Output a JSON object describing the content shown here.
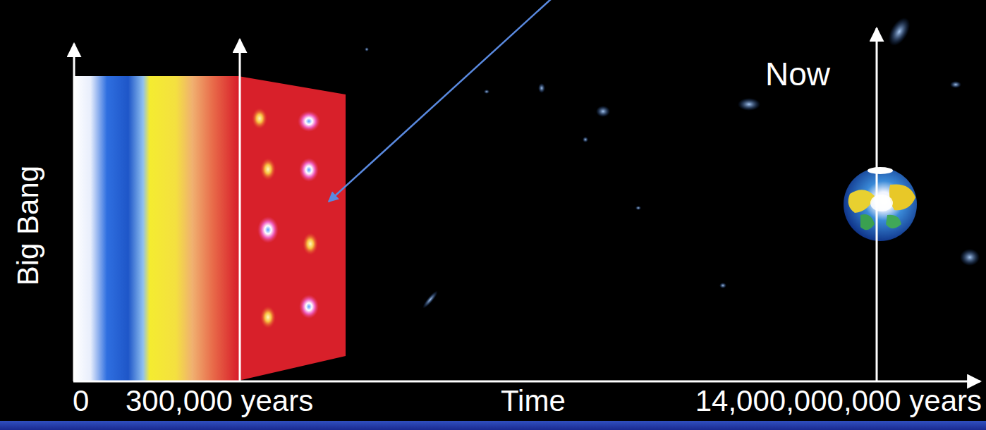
{
  "diagram": {
    "labels": [
      "Big Bang",
      "Now",
      "0",
      "300,000 years",
      "Time",
      "14,000,000,000 years"
    ]
  }
}
